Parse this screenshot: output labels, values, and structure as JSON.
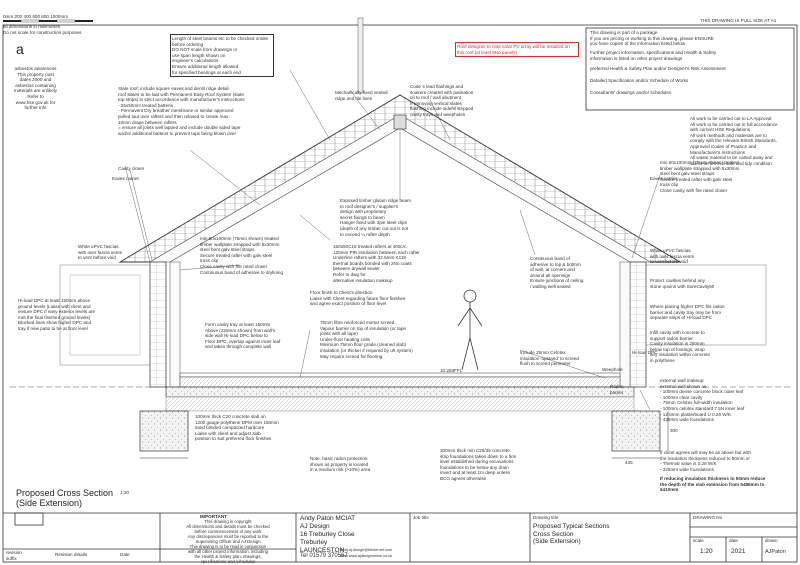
{
  "header": {
    "scale_ticks": "0mm  200 400 600 800      1000mm",
    "scale_note": "all dimensions in millimetres\nDo not scale for construction purposes",
    "sheet_note": "THIS DRAWING IS FULL SIZE AT A1"
  },
  "notes": {
    "asbestos_letter": "a",
    "asbestos": "asbestos awareness\nThis property post\ndates 2000 and\nasbestos containing\nmaterials are unlikely\nRefer to\nwww.hse.gov.uk for\nfurther info",
    "length_check": "Length of steel beams etc to be checked onsite before ordering\nDO NOT scale from drawings or\nuse span length shown on\nengineer's calculations\nEnsure additional length allowed\nfor specified bearings at each end",
    "pv_warning": "Roof designer to note solar PV array will be installed on this roof (at least 6No panels)",
    "roof_slate": "Slate roof; include square eaves and dentil ridge detail\nroof slates to be laid with Permanent Easy Roof System (slate\ntop strips) in strict accordance with manufacturer's instructions\n- 25x50mm treated battens\n- Permavent Dry breather membrane or similar approved\npulled taut over rafters and then relaxed to create max\n10mm drape between rafters\n= ensure all joints well lapped and include double sided tape\nand/or additional battens to prevent taps being blown over",
    "ridge": "Mechanically fixed vented\nridge and tile lines",
    "code4": "Code 4 lead flashings and\nsoakers created with patination\noil to roof / wall abutment\nIf removing vertical slates\nflashing include sidefill stepped\ncavity trays and weepholes",
    "collar": "Exposed timber glulam ridge beam\nto roof designer's / supplier's\ndesign with proprietary\nsecret fixings to beam\nHanger fixed with 3pie steel clips\n(depth of any timber cut out is not\nto exceed ¼ rafter depth",
    "rafters": "150x50C16 treated rafters at 400c/c\n120mm PIR insulation between each rafter\nUnderline rafters with 32.5mm K118\nthermal boards bonded with 2No coats\nbetween drywall sealer\nRefer to dwg          for\nalternative insulation makeup",
    "cavity_closer": "Cavity closer",
    "eaves_left": "Eaves carrier",
    "eaves_right": "Eaves carrier",
    "wallplate_left": "min 50x100mm (75mm shown) treated\ntimber wallplate strapped with 5x30mm\nsteel bent galv steel straps\nSecure treated rafter with galv steel\ntruss clip\nClose cavity with fire rated closer\nContinuous band of adhesive to drylining",
    "wallplate_right": "min 50x100mm (75mm shown) treated\ntimber wallplate strapped with 5x30mm\nsteel bent galv steel straps\nSecure treated rafter with galv steel\ntruss clip\nClose cavity with fire rated closer",
    "fascia_left": "White uPVC fascias\nwith over fascia vents\nto vent before void",
    "fascia_right": "White uPVC fascias\nwith over fascia vents\nto vent before void",
    "continuous_band": "Continuous band of\nadhesive to top & bottom\nof wall, at corners and\naround all openings\nEnsure junctions of ceiling\n/ walling well sealed",
    "gutter": "Protect cavities behind any\nstone quoins with SureCavity50",
    "floor_finish": "Floor finish to Client's direction\nLiaise with Client regarding future floor finishes\nand agree exact position of floor level",
    "dpc_left": "Hi-load DPC at least 150mm above\nground levels (Liaise with client and\nensure DPC if easy exterior levels are\nmet the final finished ground levels)\nBlocked lines show higher DPC and\ntray if new patio to be at floor level",
    "cavity_wall": "Form cavity tray at least 150mm\nAbove (225mm shown) from wall's\nside wall Hi-load DPC below to\nFloor DPC, overlap against inner leaf\nand taken through complete wall",
    "floor": "75mm fibre reinforced mortar screed\nVapour barrier on top of insulation (or tape\njoints with all tape)\nUnder-floor heating coils\nMinimum 75mm floor grade (cleaned slab)\ninsulation (or thicker if required by uft system)\nMay require screed for flooring",
    "celotex": "Include 25mm Celotex\ninsulation 'upstand' to screed\nflush to screed perimeter",
    "dpc_right": "Where placing higher DPC fits radon\nbarrier and cavity tray may be from\nseparate strips of Hi-load DPC",
    "hiload_dpc": "Hi-load DPC",
    "weephole": "Weephole",
    "radon": "Radon\nbarrier",
    "cavity_fill": "Infill cavity with concrete to\nsupport radon barrier\nCavity insulation is 250mm\nbelow top of footings, wrap\nany insulation within concrete\nin polythene",
    "wall_build": "external wall makeup:\nexternal wall shown as:\n - 100mm dense concrete block outer leaf\n - 100mm clear cavity\n - 75mm Celotex full-width insulation\n - 100mm celotex standard 7.5N inner leaf\n - 12.5mm plasterboard U 0.26 W/K\n - 435mm wide foundations",
    "ground_slab": "100mm thick C20 concrete slab on\n1200 gauge polythene DPM over 150mm\nsand blinded compacted hardcore\nLiaise with client and adjust slab\nposition to suit preferred floor finishes",
    "foundations": "300mm thick min C25/35 concrete\nstrip foundations taken down to a firm\nlevel established during excavations\nfoundations to be below any drain\ninvert and at least 1m deep unless\nBCO agrees otherwise",
    "radon_note": "Note: basic radon protection\nshown as property is located\nin a medium risk (>10%) area",
    "right_insul": "If client agrees will may be as above but with\nthe insulation thickness reduced to 50mm or\n - Thermal value is 0.28 W/K\n - 325mm wide foundations",
    "reduce_note": "If reducing insulation thickness to 50mm reduce\nthe depth of the slab extension from 5485mm to\n5410mm",
    "dim_level": "10.283FFL",
    "dim_435": "435",
    "dim_300": "300"
  },
  "general_notes": {
    "p1": "This drawing is part of a package\nIf you are pricing or working to this drawing, please ENSURE\nyou have copies of the information listed below",
    "p2": "Further project information, specifications and Health & Safety\ninformation is listed on other project drawings",
    "p3": "preferred Health & Safety Plan and/or Designer's Risk Assessment",
    "p4": "Detailed Specification and/or Schedule of Works",
    "p5": "Consultants' drawings and/or schedules",
    "p6": "All work to be carried out to LA Approval\nAll work to be carried out in full accordance\nwith current HSE Regulations\nAll work methods and materials are to\ncomply with the relevant British Standards,\nApproved Codes of Practice and\nManufacturer's Instructions\nAll waste material to be carted away and\nsite to be left in a safe and tidy condition"
  },
  "view_title": {
    "line1": "Proposed Cross Section",
    "line2": "(Side Extension)",
    "scale": "1:20"
  },
  "title_block": {
    "important_heading": "IMPORTANT",
    "important": "This drawing is copyright\nAll dimensions and details must be checked\nbefore commencement of any work\nAny discrepancies must be reported to the\nSupervising Officer and AJ Design\nThis drawing is to be read in conjunction\nwith all other project information, including\nthe Health & Safety plan, drawings,\nspecifications and schedules",
    "revision_label": "revision\nsuffix",
    "revision_details": "Revision details",
    "date_label": "Date",
    "designer_name": "Andy Paton MCIAT",
    "company": "AJ Design",
    "address1": "16 Treburley Close",
    "address2": "Treburley",
    "address3": "LAUNCESTON",
    "phone": "Tel 01579 370567",
    "email": "andy.aj.design@btinternet.com",
    "web": "Web www.ajdesignonline.co.uk",
    "job_title_label": "Job title",
    "drawing_title_label": "Drawing title",
    "drawing_title": "Proposed Typical Sections\nCross Section\n(Side Extension)",
    "drawing_no_label": "DRAWING No",
    "scale_label": "scale",
    "scale": "1:20",
    "date_col": "date",
    "date_value": "2021",
    "drawn_label": "drawn",
    "drawn_value": "AJPaton"
  }
}
